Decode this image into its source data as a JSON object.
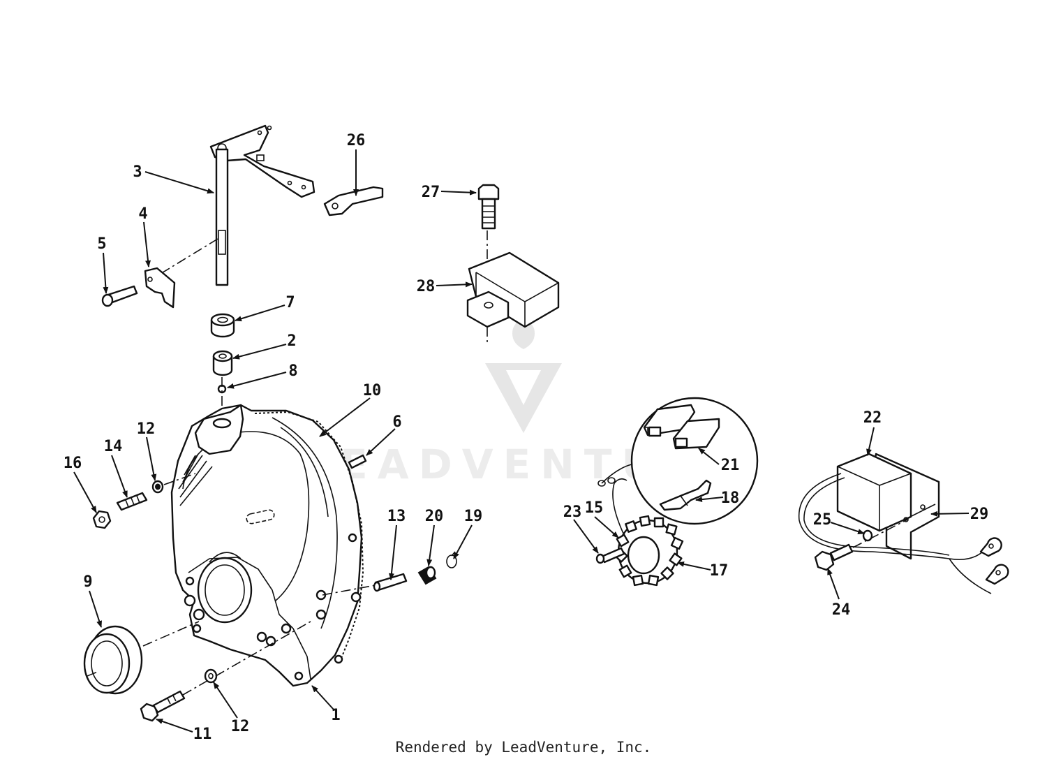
{
  "watermark": {
    "text": "LEADVENTURE"
  },
  "footer": {
    "text": "Rendered by LeadVenture, Inc."
  },
  "callouts": {
    "c1": "1",
    "c2": "2",
    "c3": "3",
    "c4": "4",
    "c5": "5",
    "c6": "6",
    "c7": "7",
    "c8": "8",
    "c9": "9",
    "c10": "10",
    "c11": "11",
    "c12a": "12",
    "c12b": "12",
    "c13": "13",
    "c14": "14",
    "c15": "15",
    "c16": "16",
    "c17": "17",
    "c18": "18",
    "c19": "19",
    "c20": "20",
    "c21": "21",
    "c22": "22",
    "c23": "23",
    "c24": "24",
    "c25": "25",
    "c26": "26",
    "c27": "27",
    "c28": "28",
    "c29": "29"
  }
}
